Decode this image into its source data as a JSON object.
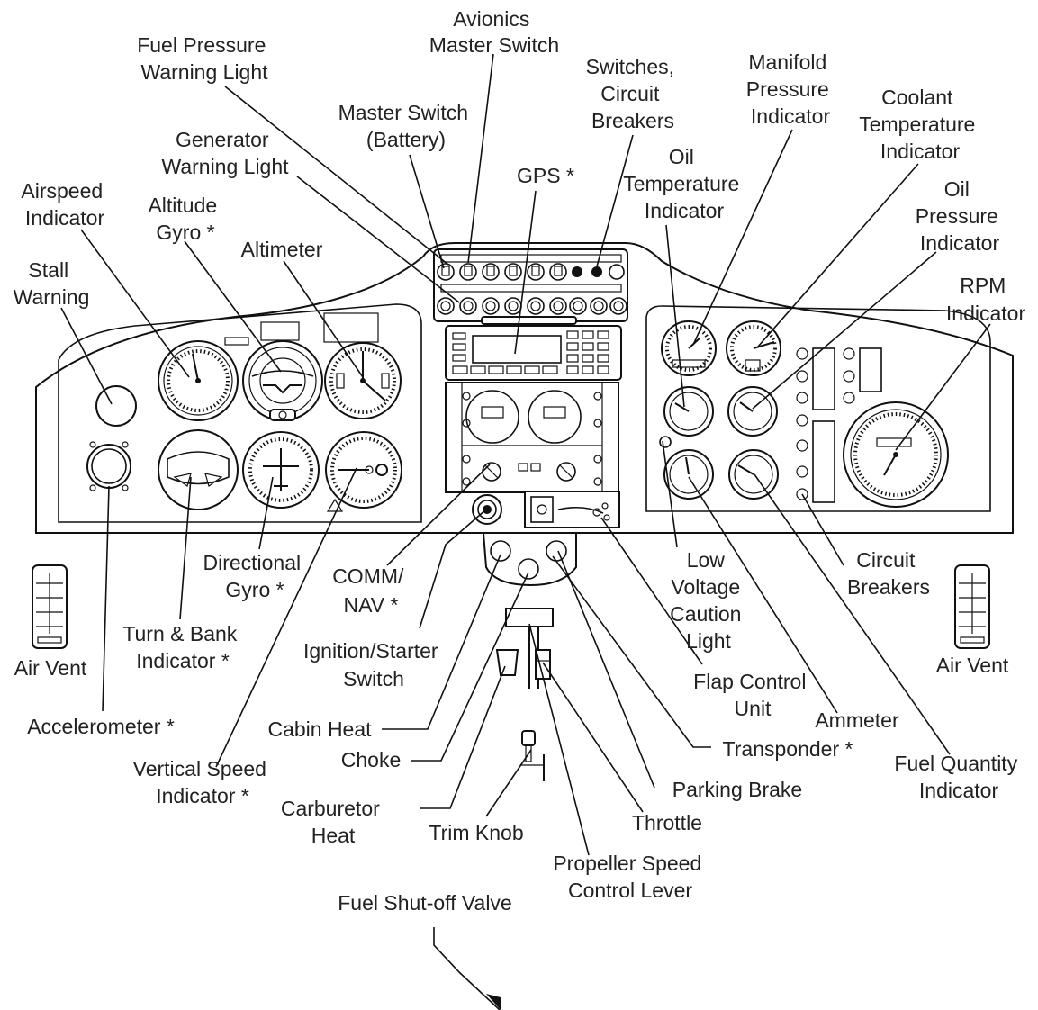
{
  "labels": {
    "avionics_master_switch": [
      "Avionics",
      "Master Switch"
    ],
    "fuel_pressure_warning_light": [
      "Fuel Pressure",
      "Warning Light"
    ],
    "switches_circuit_breakers": [
      "Switches,",
      "Circuit",
      "Breakers"
    ],
    "manifold_pressure_indicator": [
      "Manifold",
      "Pressure",
      "Indicator"
    ],
    "coolant_temperature_indicator": [
      "Coolant",
      "Temperature",
      "Indicator"
    ],
    "master_switch_battery": [
      "Master Switch",
      "(Battery)"
    ],
    "generator_warning_light": [
      "Generator",
      "Warning Light"
    ],
    "gps": [
      "GPS *"
    ],
    "oil_temperature_indicator": [
      "Oil",
      "Temperature",
      "Indicator"
    ],
    "oil_pressure_indicator": [
      "Oil",
      "Pressure",
      "Indicator"
    ],
    "airspeed_indicator": [
      "Airspeed",
      "Indicator"
    ],
    "altitude_gyro": [
      "Altitude",
      "Gyro *"
    ],
    "altimeter": [
      "Altimeter"
    ],
    "rpm_indicator": [
      "RPM",
      "Indicator"
    ],
    "stall_warning": [
      "Stall",
      "Warning"
    ],
    "directional_gyro": [
      "Directional",
      "Gyro *"
    ],
    "comm_nav": [
      "COMM/",
      "NAV *"
    ],
    "low_voltage_caution_light": [
      "Low",
      "Voltage",
      "Caution",
      "Light"
    ],
    "circuit_breakers": [
      "Circuit",
      "Breakers"
    ],
    "turn_bank_indicator": [
      "Turn & Bank",
      "Indicator *"
    ],
    "ignition_starter_switch": [
      "Ignition/Starter",
      "Switch"
    ],
    "air_vent_left": [
      "Air Vent"
    ],
    "air_vent_right": [
      "Air Vent"
    ],
    "flap_control_unit": [
      "Flap Control",
      "Unit"
    ],
    "accelerometer": [
      "Accelerometer *"
    ],
    "ammeter": [
      "Ammeter"
    ],
    "cabin_heat": [
      "Cabin Heat"
    ],
    "transponder": [
      "Transponder *"
    ],
    "vertical_speed_indicator": [
      "Vertical Speed",
      "Indicator *"
    ],
    "choke": [
      "Choke"
    ],
    "fuel_quantity_indicator": [
      "Fuel Quantity",
      "Indicator"
    ],
    "parking_brake": [
      "Parking Brake"
    ],
    "carburetor_heat": [
      "Carburetor",
      "Heat"
    ],
    "trim_knob": [
      "Trim Knob"
    ],
    "throttle": [
      "Throttle"
    ],
    "propeller_speed_control_lever": [
      "Propeller Speed",
      "Control Lever"
    ],
    "fuel_shutoff_valve": [
      "Fuel Shut-off Valve"
    ]
  }
}
